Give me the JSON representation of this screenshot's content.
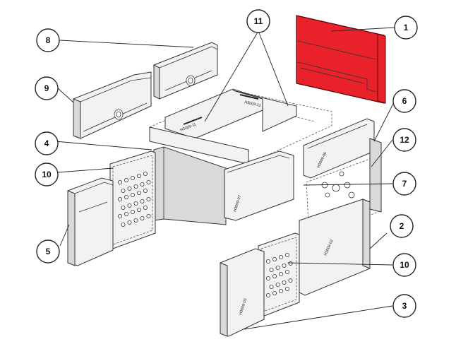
{
  "diagram": {
    "highlight_color": "#e8212a",
    "callouts": [
      {
        "id": "c1",
        "label": "1"
      },
      {
        "id": "c2",
        "label": "2"
      },
      {
        "id": "c3",
        "label": "3"
      },
      {
        "id": "c4",
        "label": "4"
      },
      {
        "id": "c5",
        "label": "5"
      },
      {
        "id": "c6",
        "label": "6"
      },
      {
        "id": "c7",
        "label": "7"
      },
      {
        "id": "c8",
        "label": "8"
      },
      {
        "id": "c9",
        "label": "9"
      },
      {
        "id": "c10a",
        "label": "10"
      },
      {
        "id": "c10b",
        "label": "10"
      },
      {
        "id": "c11",
        "label": "11"
      },
      {
        "id": "c12",
        "label": "12"
      }
    ],
    "stamps": {
      "top_left": "H3009-11",
      "top_right": "H3009-11",
      "front_center": "H3009-07",
      "right_rear": "H3009-06",
      "right_front": "H3009-02",
      "front_left": "H3009-03"
    }
  }
}
